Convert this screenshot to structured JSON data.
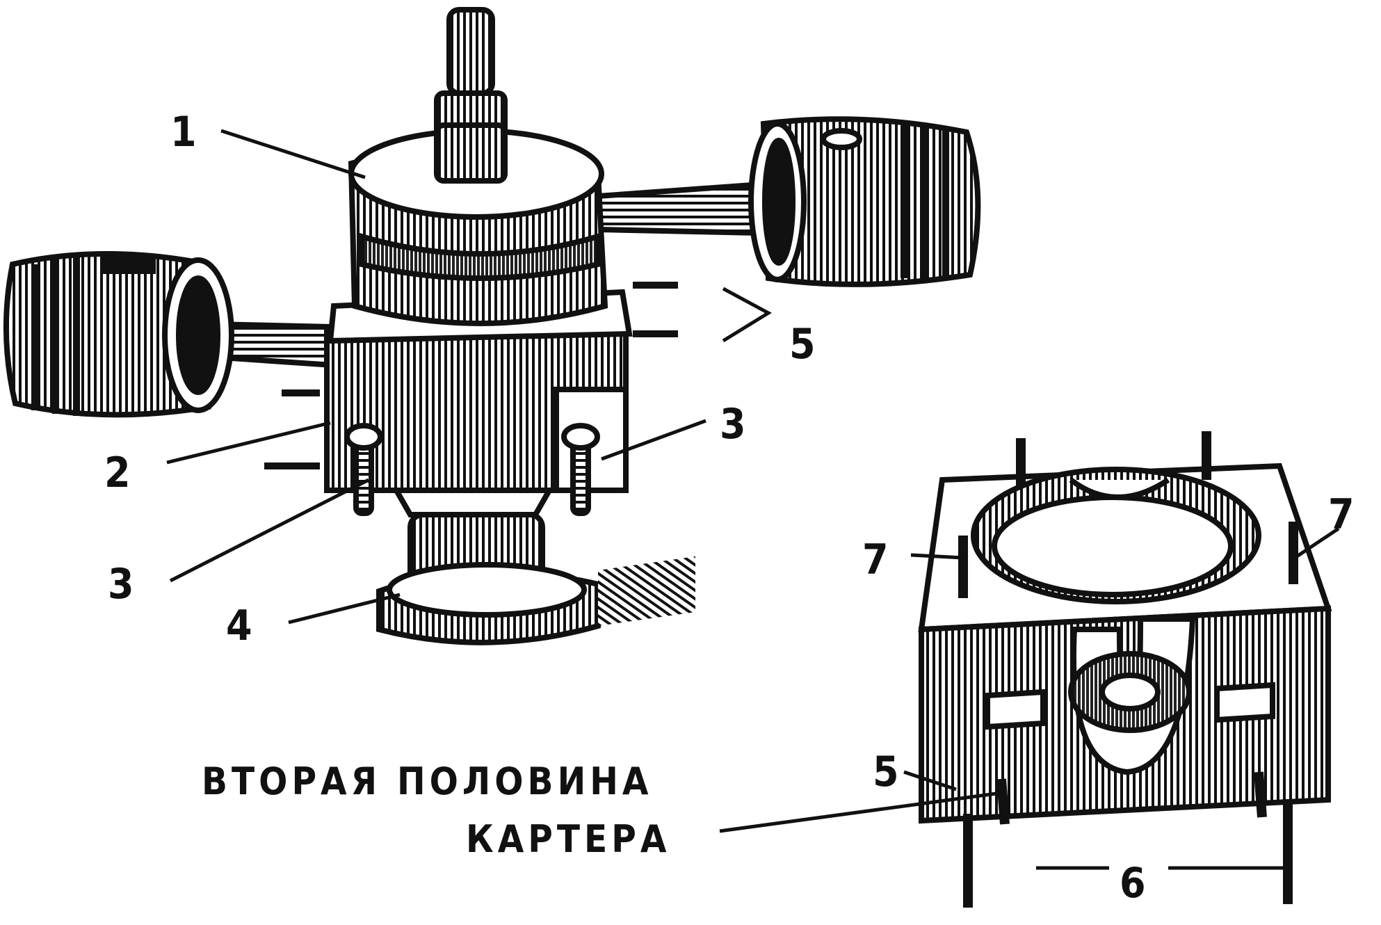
{
  "colors": {
    "ink": "#111111",
    "paper": "#ffffff"
  },
  "labels": {
    "n1": "1",
    "n2": "2",
    "n3a": "3",
    "n3b": "3",
    "n4": "4",
    "n5_top": "5",
    "n5_bottom": "5",
    "n6": "6",
    "n7_left": "7",
    "n7_right": "7"
  },
  "caption": {
    "line1": "ВТОРАЯ ПОЛОВИНА",
    "line2": "КАРТЕРА"
  }
}
